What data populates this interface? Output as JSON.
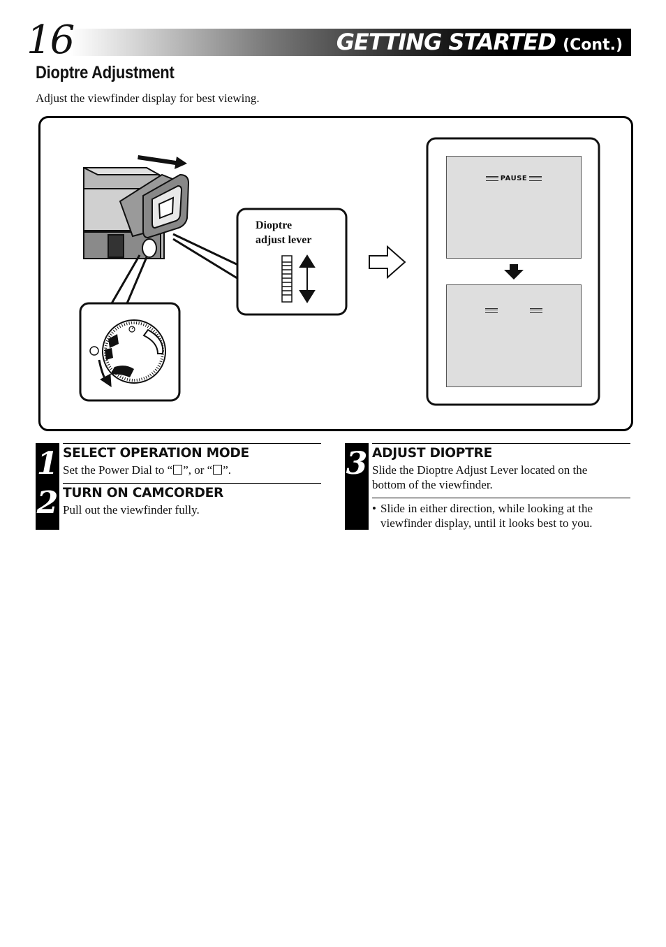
{
  "header": {
    "page_number": "16",
    "title": "GETTING STARTED",
    "cont": "(Cont.)"
  },
  "section": {
    "title": "Dioptre Adjustment",
    "intro": "Adjust the viewfinder display for best viewing."
  },
  "figure": {
    "lever_label_line1": "Dioptre",
    "lever_label_line2": "adjust lever",
    "screen_top_text": "PAUSE"
  },
  "steps": [
    {
      "number": "1",
      "heading": "SELECT OPERATION MODE",
      "body_pre": "Set the Power Dial to “",
      "body_mid": "”, or “",
      "body_post": "”."
    },
    {
      "number": "2",
      "heading": "TURN ON CAMCORDER",
      "body": "Pull out the viewfinder fully."
    },
    {
      "number": "3",
      "heading": "ADJUST DIOPTRE",
      "body": "Slide the Dioptre Adjust Lever located on the bottom of the viewfinder.",
      "note_bullet": "•",
      "note": "Slide in either direction, while looking at the viewfinder display, until it looks best to you."
    }
  ]
}
